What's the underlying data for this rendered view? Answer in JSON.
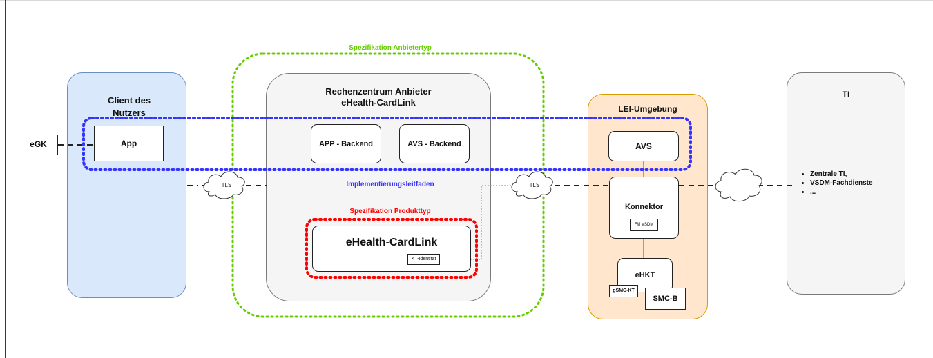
{
  "diagram": {
    "labels": {
      "spez_anbietertyp": "Spezifikation Anbietertyp",
      "implementierungsleitfaden": "Implementierungsleitfaden",
      "spez_produkttyp": "Spezifikation Produkttyp"
    },
    "nodes": {
      "egk": "eGK",
      "client_title": "Client des Nutzers",
      "app": "App",
      "rz_title_line1": "Rechenzentrum Anbieter",
      "rz_title_line2": "eHealth-CardLink",
      "app_backend": "APP - Backend",
      "avs_backend": "AVS - Backend",
      "cardlink": "eHealth-CardLink",
      "kt_identitaet": "KT-Identität",
      "lei_title": "LEI-Umgebung",
      "avs": "AVS",
      "konnektor": "Konnektor",
      "fm_vsdm": "FM VSDM",
      "ehkt": "eHKT",
      "gsmc_kt": "gSMC-KT",
      "smc_b": "SMC-B",
      "ti_title": "TI",
      "tls_left": "TLS",
      "tls_right": "TLS"
    },
    "ti_list": [
      "Zentrale TI,",
      "VSDM-Fachdienste",
      "..."
    ],
    "colors": {
      "green_dotted": "#66cc00",
      "blue_dotted": "#3333ff",
      "red_dotted": "#ff0000",
      "client_fill": "#dae8fc",
      "client_border": "#6c8ebf",
      "lei_fill": "#ffe6cc",
      "lei_border": "#d79b00",
      "grey_fill": "#f5f5f5",
      "grey_border": "#666666"
    }
  }
}
